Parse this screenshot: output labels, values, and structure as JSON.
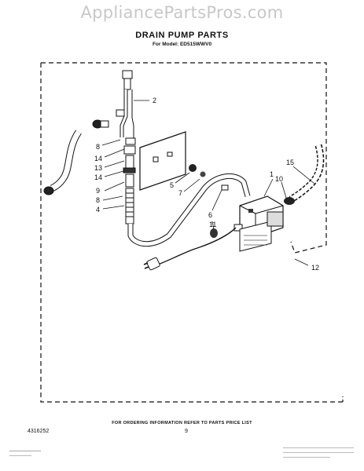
{
  "watermark": "AppliancePartsPros.com",
  "header": {
    "title": "DRAIN PUMP PARTS",
    "model": "For Model: ED515WWV0"
  },
  "callouts": {
    "c1": "1",
    "c2": "2",
    "c4": "4",
    "c5": "5",
    "c6": "6",
    "c7": "7",
    "c8a": "8",
    "c8b": "8",
    "c9": "9",
    "c10": "10",
    "c11": "11",
    "c12": "12",
    "c13": "13",
    "c14a": "14",
    "c14b": "14",
    "c15": "15"
  },
  "footer": {
    "ordering_note": "FOR ORDERING INFORMATION REFER TO PARTS PRICE LIST",
    "part_number": "4316252",
    "page_number": "9"
  }
}
